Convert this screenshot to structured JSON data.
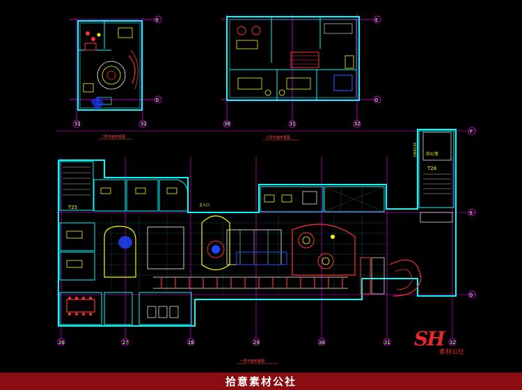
{
  "plans": {
    "upper_left": {
      "title": "二层平面布置图",
      "axis_rows": [
        "E",
        "D"
      ],
      "axis_cols": [
        "31",
        "32"
      ]
    },
    "upper_right": {
      "title": "三层平面布置图",
      "axis_rows": [
        "E",
        "D"
      ],
      "axis_cols": [
        "30",
        "31",
        "32"
      ]
    },
    "main": {
      "title": "一层平面布置图",
      "axis_rows": [
        "F",
        "E",
        "D"
      ],
      "axis_cols": [
        "26",
        "27",
        "28",
        "29",
        "30",
        "31",
        "32"
      ]
    }
  },
  "labels": {
    "stair_left": "T25",
    "stair_right": "T28",
    "entrance": "主入口",
    "room_right_top": "办公室",
    "room_right_vertical": "DN4120"
  },
  "logo": {
    "mark": "SH",
    "brand": "素材公社"
  },
  "footer": {
    "text": "拾意素材公社"
  },
  "colors": {
    "background": "#000000",
    "walls": "#00ffff",
    "furniture": "#ffff00",
    "accent": "#ff3333",
    "grid": "#ff00ff",
    "footer": "#8a0d12"
  }
}
